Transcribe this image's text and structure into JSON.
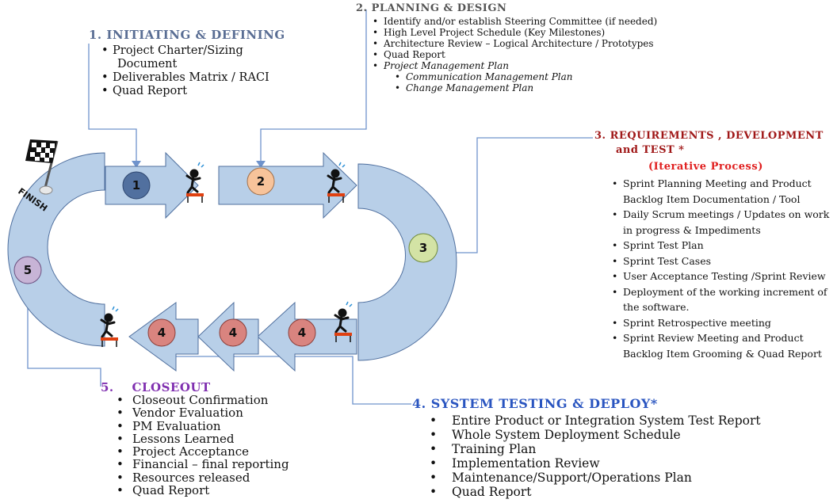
{
  "phases": {
    "initiating": {
      "title": "1.  INITIATING & DEFINING",
      "items": [
        "Project Charter/Sizing",
        "Document",
        "Deliverables Matrix / RACI",
        "Quad Report"
      ]
    },
    "planning": {
      "title": "2.  PLANNING & DESIGN",
      "items": [
        "Identify and/or establish Steering Committee (if needed)",
        "High Level Project Schedule (Key Milestones)",
        "Architecture Review – Logical Architecture / Prototypes",
        "Quad Report",
        "Project Management Plan"
      ],
      "subitems": [
        "Communication Management Plan",
        "Change Management Plan"
      ]
    },
    "requirements": {
      "title_line1": "3.  REQUIREMENTS , DEVELOPMENT",
      "title_line2": "and TEST *",
      "subtitle": "(Iterative Process)",
      "items": [
        "Sprint Planning Meeting and Product Backlog Item Documentation / Tool",
        "Daily Scrum meetings / Updates on work in progress & Impediments",
        "Sprint Test Plan",
        "Sprint Test Cases",
        "User Acceptance Testing /Sprint Review",
        "Deployment of the working increment of the software.",
        "Sprint Retrospective meeting",
        "Sprint Review Meeting and Product Backlog Item Grooming & Quad Report"
      ]
    },
    "testing": {
      "title": "4.  SYSTEM TESTING  & DEPLOY*",
      "items": [
        "Entire Product or Integration System Test Report",
        "Whole System Deployment Schedule",
        "Training Plan",
        "Implementation Review",
        "Maintenance/Support/Operations Plan",
        "Quad Report"
      ]
    },
    "closeout": {
      "title": "5.    CLOSEOUT",
      "items": [
        "Closeout Confirmation",
        "Vendor Evaluation",
        "PM Evaluation",
        "Lessons Learned",
        "Project Acceptance",
        "Financial – final reporting",
        "Resources released",
        "Quad Report"
      ]
    }
  },
  "diagram": {
    "finish_label": "FINISH",
    "step_numbers": [
      "1",
      "2",
      "3",
      "4",
      "4",
      "4",
      "5"
    ]
  },
  "colors": {
    "shape_fill": "#b8cfe8",
    "shape_stroke": "#4f6f9e",
    "connector": "#6f93cc",
    "title1": "#5a6e94",
    "title2": "#555555",
    "title3": "#a01818",
    "subtitle3": "#e02020",
    "title4": "#2a55c0",
    "title5": "#8030b0",
    "step1": "#51709f",
    "step2": "#f7c39a",
    "step3": "#d3e3a5",
    "step4": "#d9847f",
    "step5": "#c7b4d6"
  }
}
